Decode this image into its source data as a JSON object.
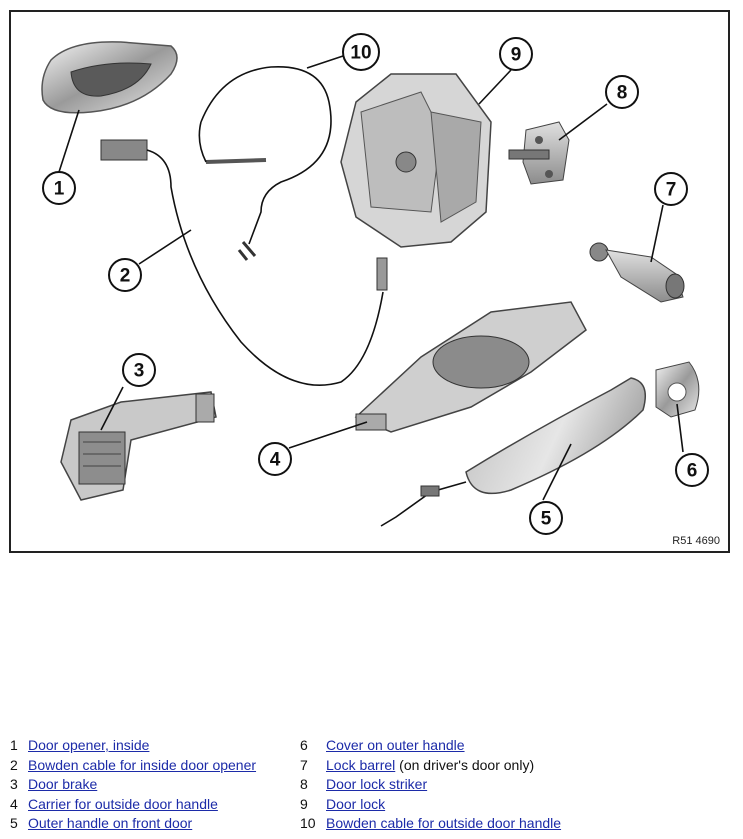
{
  "figure": {
    "code": "R51 4690",
    "callouts": [
      "1",
      "2",
      "3",
      "4",
      "5",
      "6",
      "7",
      "8",
      "9",
      "10"
    ]
  },
  "legend": {
    "left": [
      {
        "num": "1",
        "link": "Door opener, inside",
        "suffix": ""
      },
      {
        "num": "2",
        "link": "Bowden cable for inside door opener",
        "suffix": ""
      },
      {
        "num": "3",
        "link": "Door brake",
        "suffix": ""
      },
      {
        "num": "4",
        "link": "Carrier for outside door handle",
        "suffix": ""
      },
      {
        "num": "5",
        "link": "Outer handle on front door",
        "suffix": ""
      }
    ],
    "right": [
      {
        "num": "6",
        "link": "Cover on outer handle",
        "suffix": ""
      },
      {
        "num": "7",
        "link": "Lock barrel",
        "suffix": " (on driver's door only)"
      },
      {
        "num": "8",
        "link": "Door lock striker",
        "suffix": ""
      },
      {
        "num": "9",
        "link": "Door lock",
        "suffix": ""
      },
      {
        "num": "10",
        "link": "Bowden cable for outside door handle",
        "suffix": ""
      }
    ]
  },
  "colors": {
    "link": "#1c2ba8",
    "part_fill": "#d9d9d9",
    "part_stroke": "#4a4a4a"
  }
}
